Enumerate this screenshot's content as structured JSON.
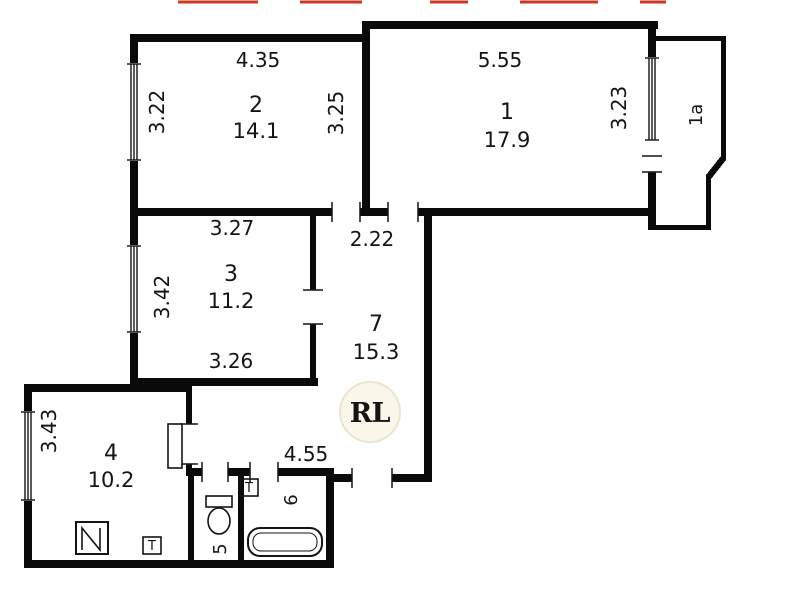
{
  "watermark": {
    "letter_r": "R",
    "letter_l": "L"
  },
  "rooms": {
    "r1": {
      "number": "1",
      "area": "17.9"
    },
    "r1a": {
      "number": "1а"
    },
    "r2": {
      "number": "2",
      "area": "14.1"
    },
    "r3": {
      "number": "3",
      "area": "11.2"
    },
    "r4": {
      "number": "4",
      "area": "10.2"
    },
    "r5": {
      "number": "5"
    },
    "r6": {
      "number": "6"
    },
    "r7": {
      "number": "7",
      "area": "15.3"
    }
  },
  "dimensions": {
    "room2_width_top": "4.35",
    "room1_width_top": "5.55",
    "room2_depth_left": "3.22",
    "room2_depth_right": "3.25",
    "room1_depth_right": "3.23",
    "room3_width_top": "3.27",
    "hall_width_top": "2.22",
    "room3_depth_left": "3.42",
    "room3_width_bottom": "3.26",
    "room4_depth_left": "3.43",
    "hall_width_bottom": "4.55"
  },
  "fixtures": {
    "towel_mark_bath": "Т",
    "towel_mark_kitchen": "Т"
  },
  "colors": {
    "wall": "#0a0a0a",
    "line": "#141414",
    "watermark_bg": "#faf6e9",
    "watermark_border": "#ece4cc",
    "watermark_r": "#8f6b14",
    "watermark_l": "#c9a63c",
    "artifact_red": "#d03422"
  }
}
